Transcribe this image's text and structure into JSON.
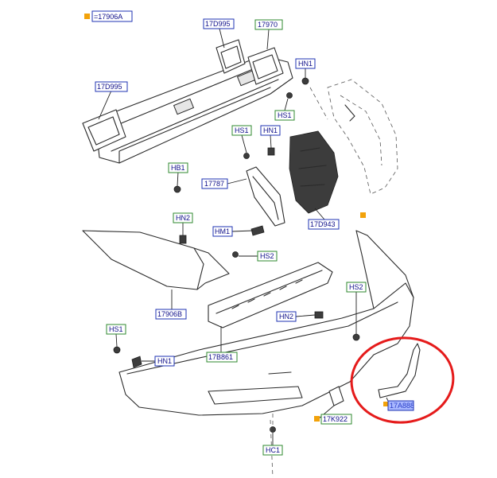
{
  "labels": {
    "top_ref": "=17906A",
    "bracket_17d995_top": "17D995",
    "bracket_17970": "17970",
    "bracket_17d995_left": "17D995",
    "hn1_a": "HN1",
    "hs1_a": "HS1",
    "hs1_b": "HS1",
    "hn1_b": "HN1",
    "hb1": "HB1",
    "part_17787": "17787",
    "part_17d943": "17D943",
    "hn2_a": "HN2",
    "hm1": "HM1",
    "hs2_a": "HS2",
    "part_17906b": "17906B",
    "hs2_b": "HS2",
    "hn2_b": "HN2",
    "hs1_c": "HS1",
    "hn1_c": "HN1",
    "part_17b861": "17B861",
    "part_17k922": "17K922",
    "hc1": "HC1",
    "part_highlighted": "17A888"
  },
  "colors": {
    "label_border_blue": "#1f33b3",
    "label_border_green": "#2f8a2f",
    "label_highlight": "#a9b8ff",
    "marker_orange": "#f2a20a",
    "annotation_red": "#e51b1b"
  }
}
